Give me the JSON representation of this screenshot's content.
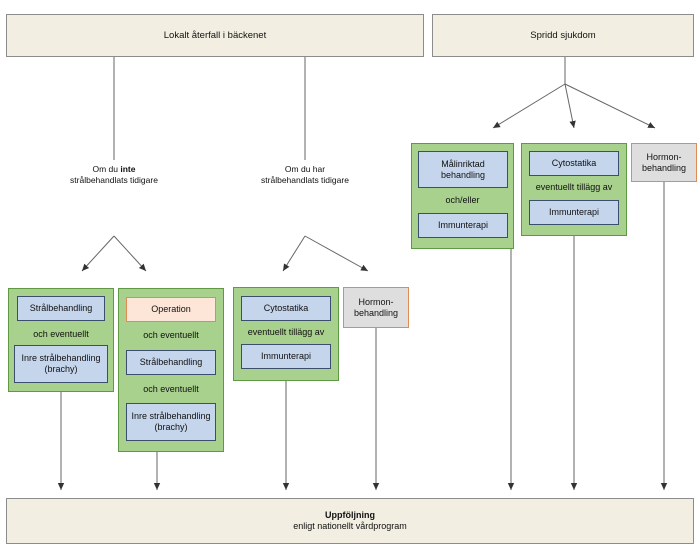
{
  "top": {
    "local": "Lokalt återfall i bäckenet",
    "spread": "Spridd sjukdom"
  },
  "conditions": {
    "not_pre": "Om du ",
    "not_bold": "inte",
    "not_post": "strålbehandlats tidigare",
    "has_pre": "Om du har",
    "has_post": "strålbehandlats tidigare"
  },
  "group1": {
    "item1": "Strålbehandling",
    "connector": "och eventuellt",
    "item2_line1": "Inre strålbehandling",
    "item2_line2": "(brachy)"
  },
  "group2": {
    "item1": "Operation",
    "connector1": "och eventuellt",
    "item2": "Strålbehandling",
    "connector2": "och eventuellt",
    "item3_line1": "Inre strålbehandling",
    "item3_line2": "(brachy)"
  },
  "group3": {
    "item1": "Cytostatika",
    "connector": "eventuellt tillägg av",
    "item2": "Immunterapi"
  },
  "hormone": {
    "line1": "Hormon-",
    "line2": "behandling"
  },
  "group5": {
    "item1_line1": "Målinriktad",
    "item1_line2": "behandling",
    "connector": "och/eller",
    "item2": "Immunterapi"
  },
  "group6": {
    "item1": "Cytostatika",
    "connector": "eventuellt tillägg av",
    "item2": "Immunterapi"
  },
  "followup": {
    "title": "Uppföljning",
    "subtitle": "enligt nationellt vårdprogram"
  }
}
